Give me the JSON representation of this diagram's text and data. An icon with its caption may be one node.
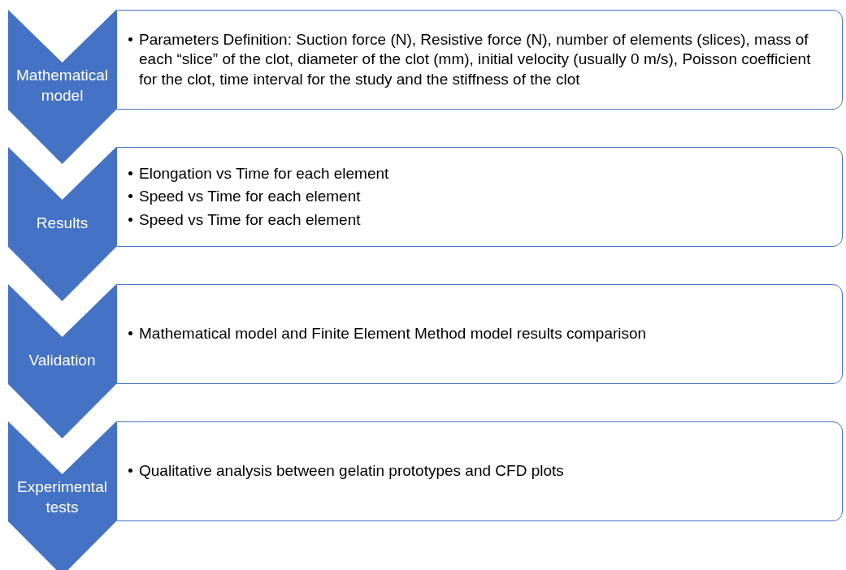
{
  "diagram": {
    "nodes": [
      {
        "text": [
          "Mathematical model"
        ]
      },
      {
        "text": [
          "Parameters Definition: Suction force (N), Resistive force (N), number of elements (slices), mass of each “slice” of the clot, diameter of the clot (mm), initial velocity (usually 0 m/s), Poisson coefficient for the clot, time interval for the study and the stiffness of the clot"
        ]
      },
      {
        "text": [
          "Results"
        ]
      },
      {
        "text": [
          "Elongation vs Time for each element",
          "Speed vs Time for each element",
          "Speed vs Time for each element"
        ]
      },
      {
        "text": [
          "Validation"
        ]
      },
      {
        "text": [
          "Mathematical model and Finite Element Method model results comparison"
        ]
      },
      {
        "text": [
          "Experimental tests"
        ]
      },
      {
        "text": [
          "Qualitative analysis between gelatin prototypes and CFD plots"
        ]
      }
    ]
  }
}
